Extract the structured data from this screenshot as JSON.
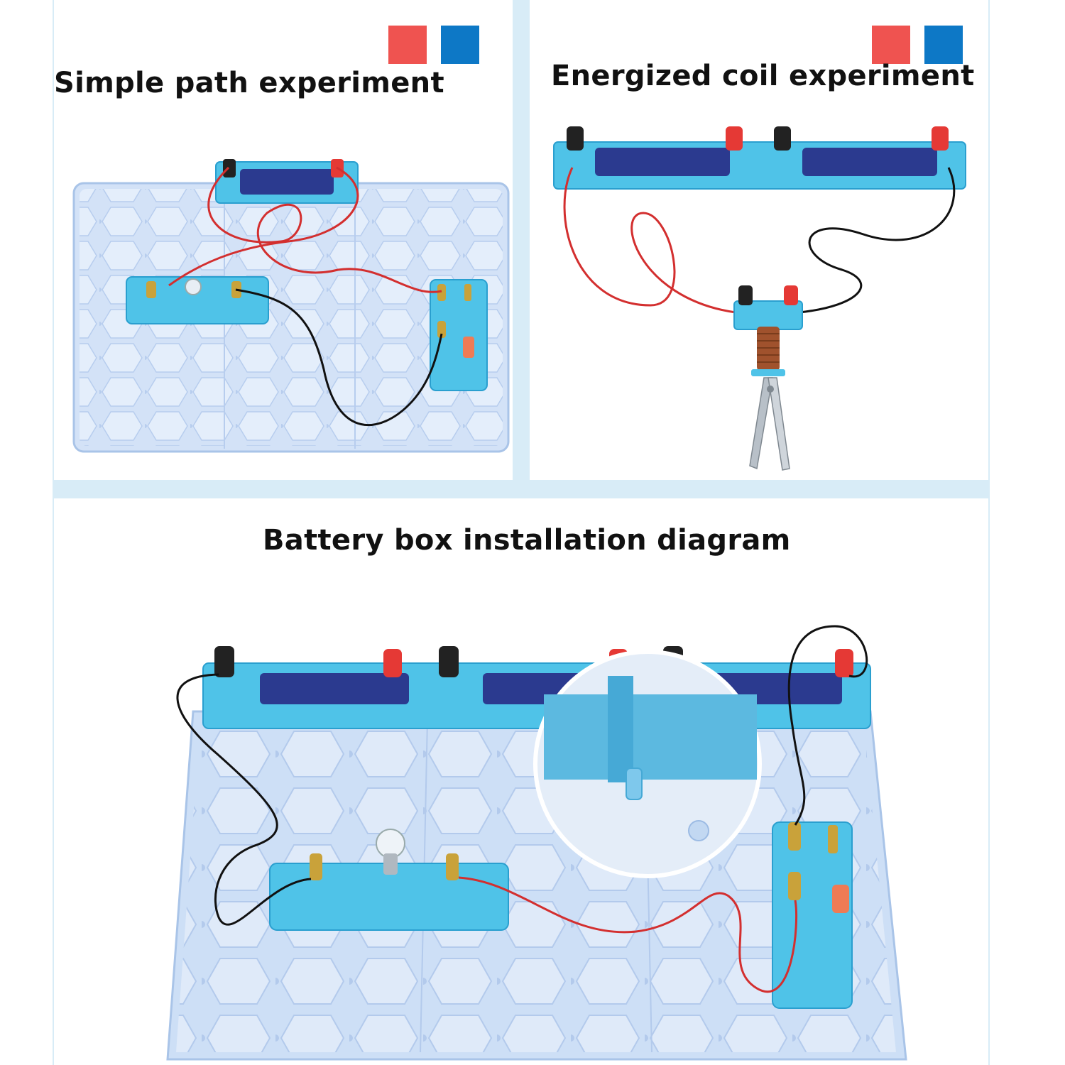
{
  "page": {
    "background": "#ffffff",
    "frame_color": "#d8ecf7"
  },
  "panels": [
    {
      "title": "Simple path experiment",
      "swatches": [
        {
          "color": "#ef5350"
        },
        {
          "color": "#0d78c6"
        }
      ],
      "illustration": "circuit-board-bulb-switch"
    },
    {
      "title": "Energized coil experiment",
      "swatches": [
        {
          "color": "#ef5350"
        },
        {
          "color": "#0d78c6"
        }
      ],
      "illustration": "coil-electromagnet-with-scissors"
    },
    {
      "title": "Battery box installation diagram",
      "illustration": "battery-box-board-with-zoom-inset"
    }
  ],
  "colors": {
    "board": "#cfe0f6",
    "board_edge": "#a9c4e8",
    "component": "#4fc3e8",
    "component_dark": "#2a9fcf",
    "battery": "#2b3a8f",
    "terminal_red": "#e53935",
    "terminal_black": "#222222",
    "wire_red": "#d32f2f",
    "wire_black": "#111111",
    "brass": "#c9a23a",
    "copper": "#a0522d"
  }
}
